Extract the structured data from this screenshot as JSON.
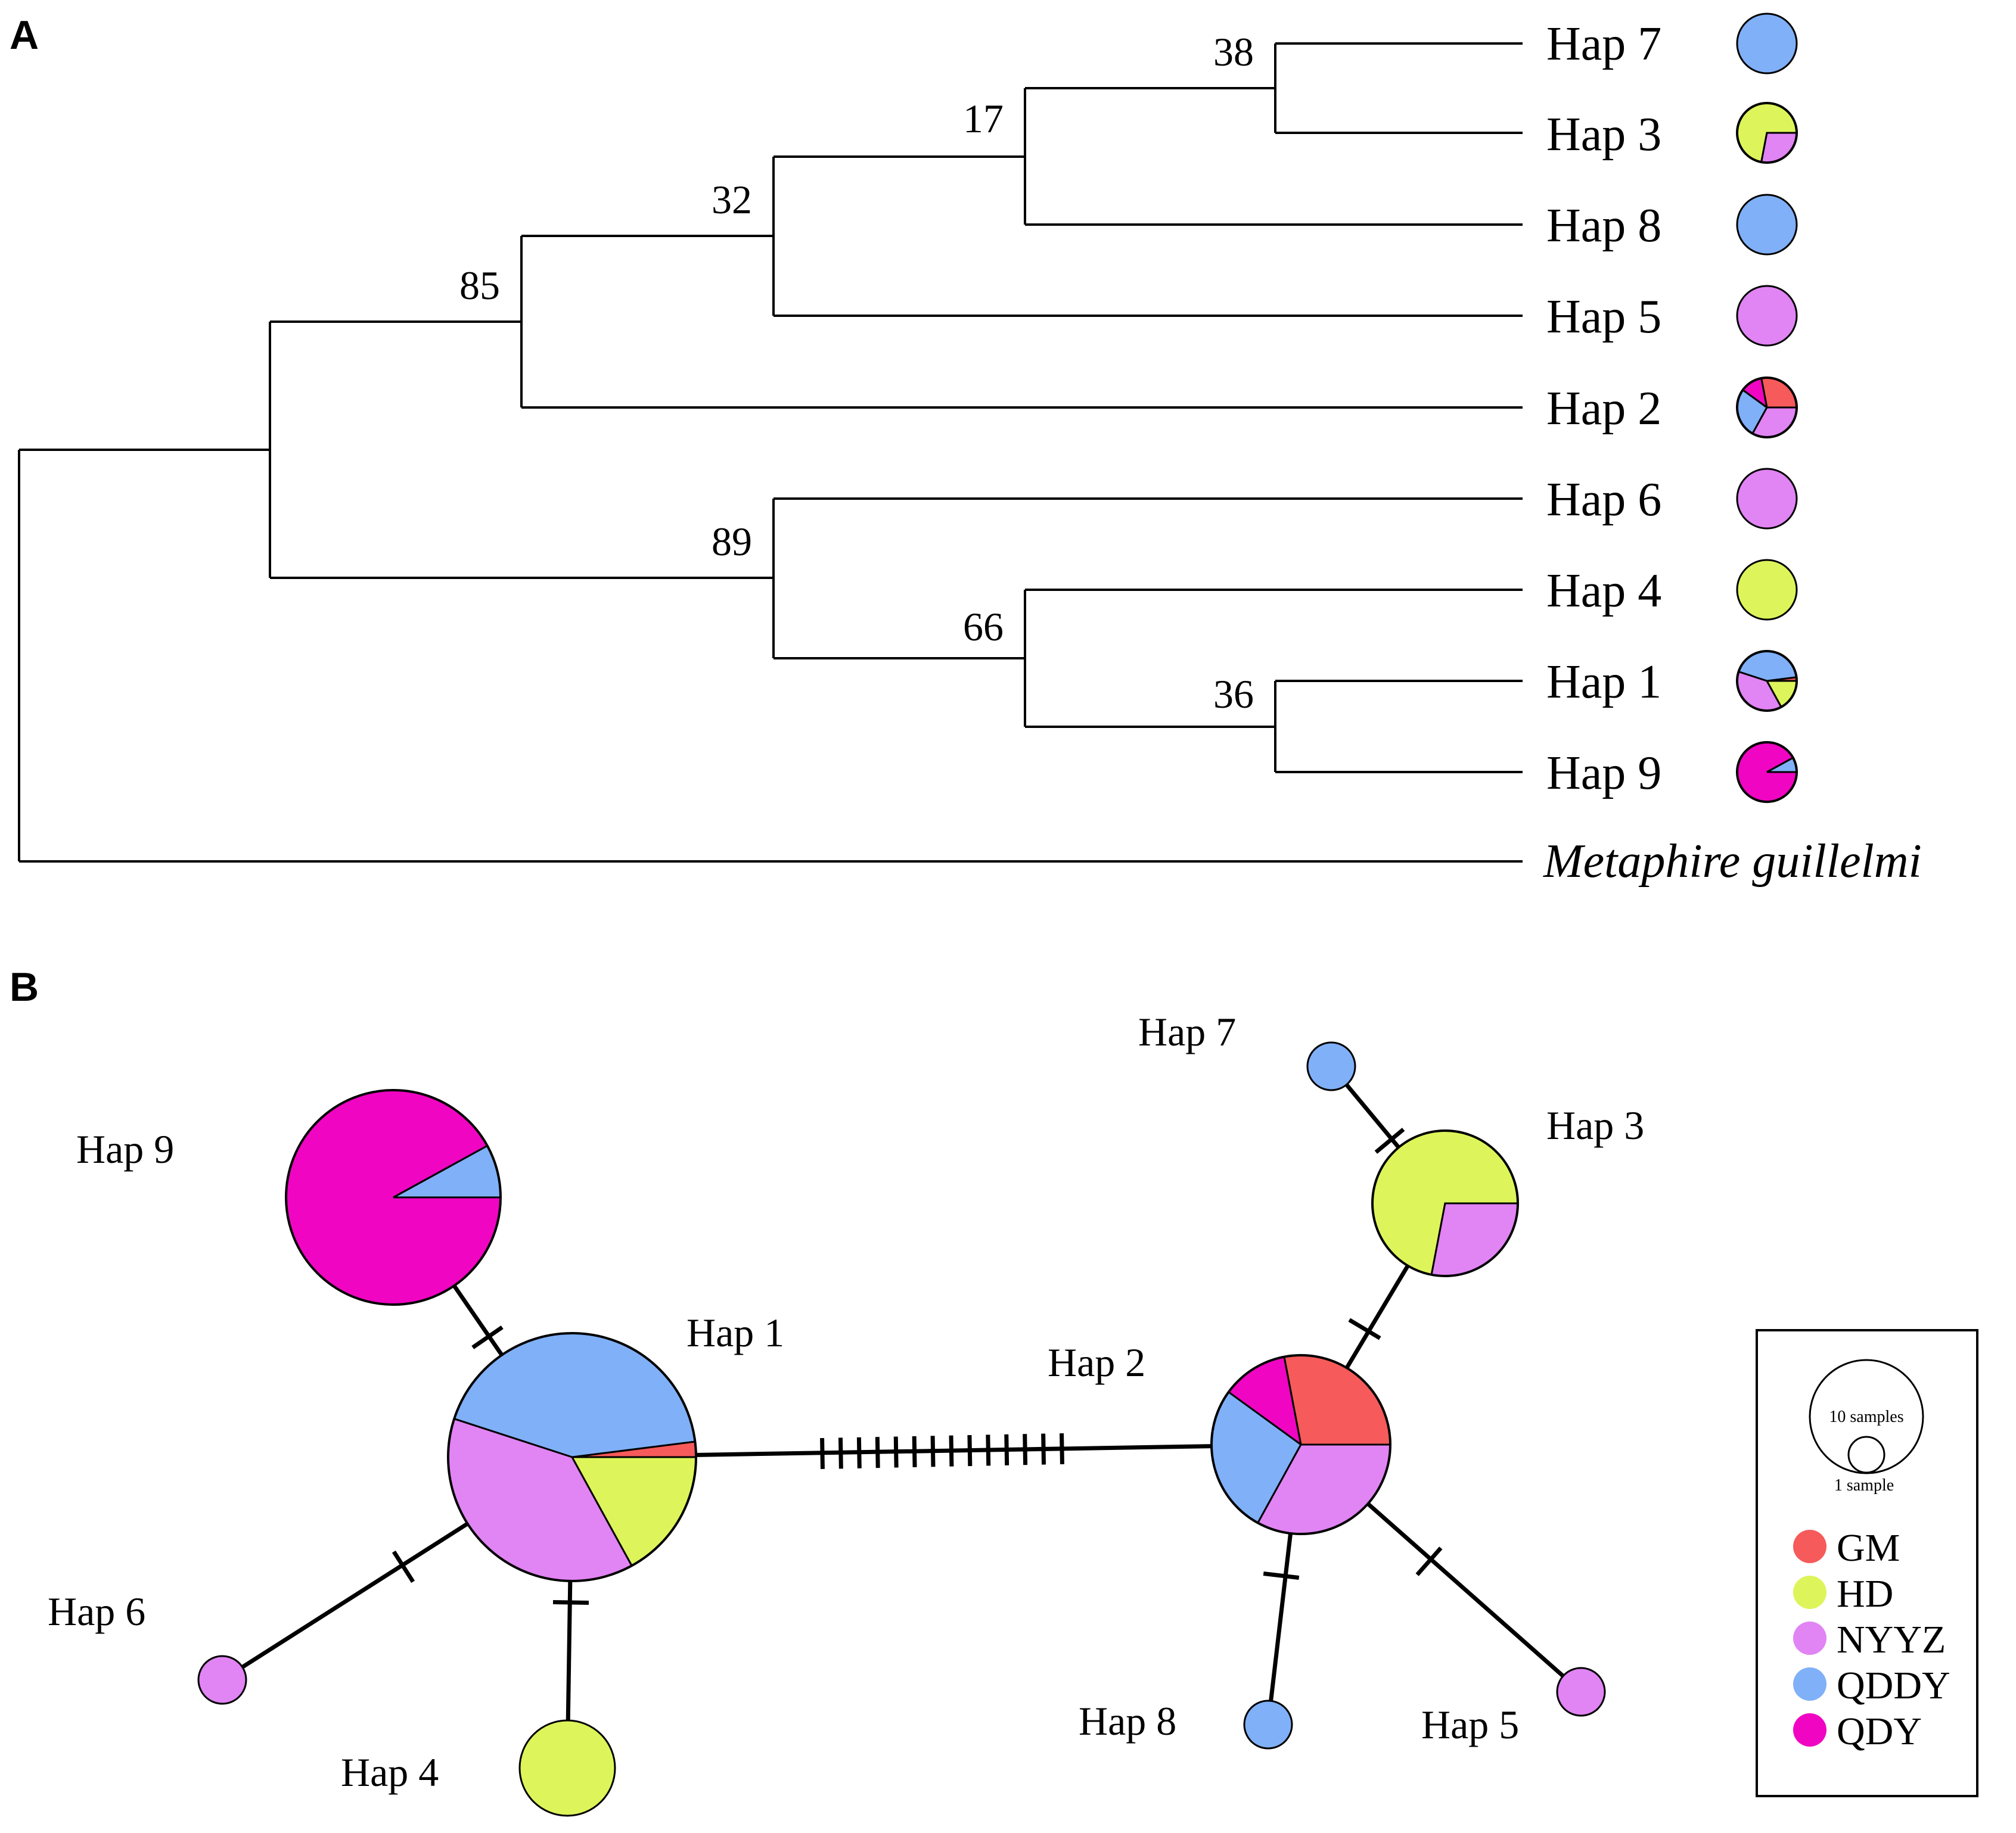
{
  "panels": {
    "a": "A",
    "b": "B"
  },
  "colors": {
    "GM": "#F65A5A",
    "HD": "#DDF55A",
    "NYYZ": "#E184F4",
    "QDDY": "#80B0F8",
    "QDY": "#F005C2"
  },
  "tree": {
    "tips": [
      {
        "label": "Hap 7",
        "pie": [
          [
            "QDDY",
            1
          ]
        ]
      },
      {
        "label": "Hap 3",
        "pie": [
          [
            "HD",
            0.72
          ],
          [
            "NYYZ",
            0.28
          ]
        ]
      },
      {
        "label": "Hap 8",
        "pie": [
          [
            "QDDY",
            1
          ]
        ]
      },
      {
        "label": "Hap 5",
        "pie": [
          [
            "NYYZ",
            1
          ]
        ]
      },
      {
        "label": "Hap 2",
        "pie": [
          [
            "GM",
            0.28
          ],
          [
            "QDY",
            0.12
          ],
          [
            "QDDY",
            0.27
          ],
          [
            "NYYZ",
            0.33
          ]
        ]
      },
      {
        "label": "Hap 6",
        "pie": [
          [
            "NYYZ",
            1
          ]
        ]
      },
      {
        "label": "Hap 4",
        "pie": [
          [
            "HD",
            1
          ]
        ]
      },
      {
        "label": "Hap 1",
        "pie": [
          [
            "GM",
            0.02
          ],
          [
            "QDDY",
            0.43
          ],
          [
            "NYYZ",
            0.38
          ],
          [
            "HD",
            0.17
          ]
        ]
      },
      {
        "label": "Hap 9",
        "pie": [
          [
            "QDDY",
            0.08
          ],
          [
            "QDY",
            0.92
          ]
        ]
      }
    ],
    "outgroup": "Metaphire guillelmi",
    "bootstrap": [
      "38",
      "17",
      "32",
      "85",
      "89",
      "66",
      "36"
    ]
  },
  "network": {
    "nodes": [
      {
        "id": "hap1",
        "label": "Hap 1",
        "pie": [
          [
            "GM",
            0.02
          ],
          [
            "QDDY",
            0.43
          ],
          [
            "NYYZ",
            0.38
          ],
          [
            "HD",
            0.17
          ]
        ]
      },
      {
        "id": "hap2",
        "label": "Hap 2",
        "pie": [
          [
            "GM",
            0.28
          ],
          [
            "QDY",
            0.12
          ],
          [
            "QDDY",
            0.27
          ],
          [
            "NYYZ",
            0.33
          ]
        ]
      },
      {
        "id": "hap3",
        "label": "Hap 3",
        "pie": [
          [
            "HD",
            0.72
          ],
          [
            "NYYZ",
            0.28
          ]
        ]
      },
      {
        "id": "hap4",
        "label": "Hap 4",
        "pie": [
          [
            "HD",
            1
          ]
        ]
      },
      {
        "id": "hap5",
        "label": "Hap 5",
        "pie": [
          [
            "NYYZ",
            1
          ]
        ]
      },
      {
        "id": "hap6",
        "label": "Hap 6",
        "pie": [
          [
            "NYYZ",
            1
          ]
        ]
      },
      {
        "id": "hap7",
        "label": "Hap 7",
        "pie": [
          [
            "QDDY",
            1
          ]
        ]
      },
      {
        "id": "hap8",
        "label": "Hap 8",
        "pie": [
          [
            "QDDY",
            1
          ]
        ]
      },
      {
        "id": "hap9",
        "label": "Hap 9",
        "pie": [
          [
            "QDDY",
            0.08
          ],
          [
            "QDY",
            0.92
          ]
        ]
      }
    ],
    "edges": [
      {
        "from": "hap1",
        "to": "hap2",
        "mutations": 14
      },
      {
        "from": "hap1",
        "to": "hap9",
        "mutations": 1
      },
      {
        "from": "hap1",
        "to": "hap6",
        "mutations": 1
      },
      {
        "from": "hap1",
        "to": "hap4",
        "mutations": 1
      },
      {
        "from": "hap2",
        "to": "hap3",
        "mutations": 1
      },
      {
        "from": "hap3",
        "to": "hap7",
        "mutations": 1
      },
      {
        "from": "hap2",
        "to": "hap8",
        "mutations": 1
      },
      {
        "from": "hap2",
        "to": "hap5",
        "mutations": 1
      }
    ]
  },
  "legend": {
    "scale_large": "10 samples",
    "scale_small": "1 sample",
    "items": [
      {
        "key": "GM",
        "label": "GM"
      },
      {
        "key": "HD",
        "label": "HD"
      },
      {
        "key": "NYYZ",
        "label": "NYYZ"
      },
      {
        "key": "QDDY",
        "label": "QDDY"
      },
      {
        "key": "QDY",
        "label": "QDY"
      }
    ]
  }
}
